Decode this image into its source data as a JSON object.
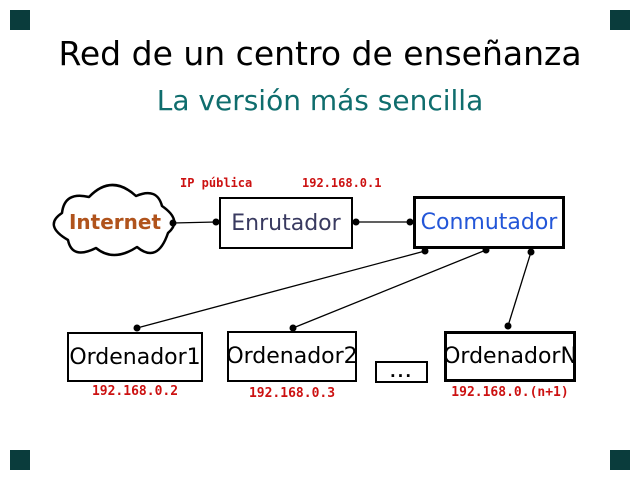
{
  "slide": {
    "title": "Red de un centro de enseñanza",
    "subtitle": "La versión más sencilla"
  },
  "diagram": {
    "internet": {
      "label": "Internet"
    },
    "router": {
      "label": "Enrutador"
    },
    "switch": {
      "label": "Conmutador"
    },
    "link_labels": {
      "public_ip": "IP pública",
      "router_ip": "192.168.0.1"
    },
    "computers": [
      {
        "label": "Ordenador1",
        "ip": "192.168.0.2"
      },
      {
        "label": "Ordenador2",
        "ip": "192.168.0.3"
      },
      {
        "label": "OrdenadorN",
        "ip": "192.168.0.(n+1)"
      }
    ],
    "ellipsis": "..."
  },
  "colors": {
    "title_text": "#000000",
    "subtitle_text": "#0f6d6d",
    "internet_text": "#b0531c",
    "router_text": "#393a60",
    "switch_text": "#2356d8",
    "ip_label_text": "#cc1111",
    "line": "#000000",
    "corner_square": "#0a3c3c",
    "background": "#ffffff"
  }
}
